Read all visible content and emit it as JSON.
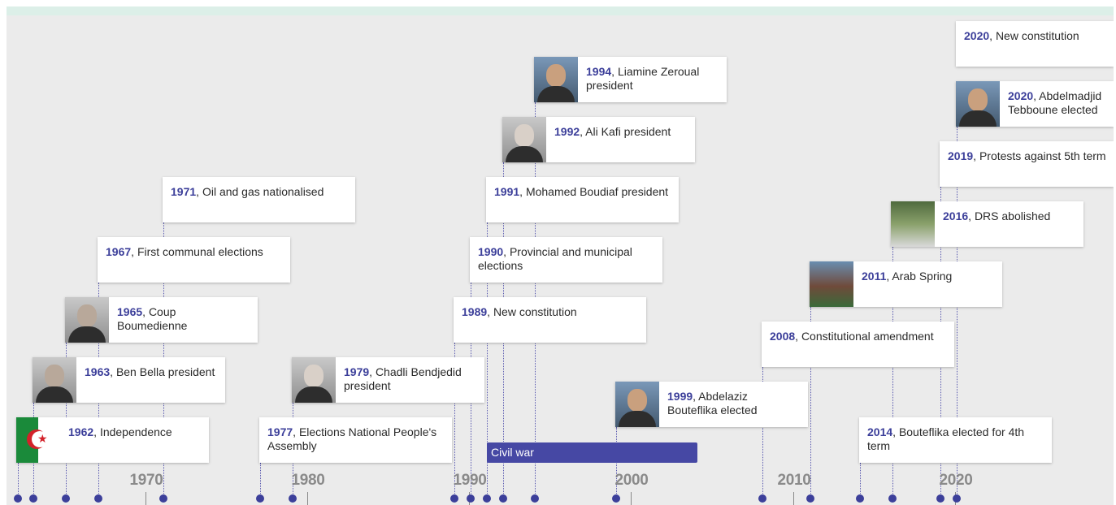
{
  "axis": {
    "labels": [
      "1970",
      "1980",
      "1990",
      "2000",
      "2010",
      "2020"
    ]
  },
  "events": [
    {
      "year": "1962",
      "text": "Independence",
      "image": "algerian-flag"
    },
    {
      "year": "1963",
      "text": "Ben Bella president",
      "image": "portrait-ben-bella"
    },
    {
      "year": "1965",
      "text": "Coup Boumedienne",
      "image": "portrait-boumedienne"
    },
    {
      "year": "1967",
      "text": "First communal elections"
    },
    {
      "year": "1971",
      "text": "Oil and gas nationalised"
    },
    {
      "year": "1977",
      "text": "Elections National People's Assembly"
    },
    {
      "year": "1979",
      "text": "Chadli Bendjedid president",
      "image": "portrait-chadli"
    },
    {
      "year": "1989",
      "text": "New constitution"
    },
    {
      "year": "1990",
      "text": "Provincial and municipal elections"
    },
    {
      "year": "1991",
      "text": "Mohamed Boudiaf president"
    },
    {
      "year": "1992",
      "text": "Ali Kafi president",
      "image": "portrait-kafi"
    },
    {
      "year": "1994",
      "text": "Liamine Zeroual president",
      "image": "portrait-zeroual"
    },
    {
      "year": "1999",
      "text": "Abdelaziz Bouteflika elected",
      "image": "portrait-bouteflika"
    },
    {
      "year": "2008",
      "text": "Constitutional amendment"
    },
    {
      "year": "2011",
      "text": "Arab Spring",
      "image": "crowd-photo"
    },
    {
      "year": "2014",
      "text": "Bouteflika elected for 4th term"
    },
    {
      "year": "2016",
      "text": "DRS abolished",
      "image": "military-photo"
    },
    {
      "year": "2019",
      "text": "Protests against 5th term"
    },
    {
      "year": "2020",
      "text": "Abdelmadjid Tebboune elected",
      "image": "portrait-tebboune"
    },
    {
      "year": "2020",
      "text": "New constitution"
    }
  ],
  "period": {
    "label": "Civil war"
  },
  "colors": {
    "accent": "#3c3f9a",
    "bar": "#4648a4",
    "background": "#ebebeb",
    "topbar": "#dcefe8"
  }
}
